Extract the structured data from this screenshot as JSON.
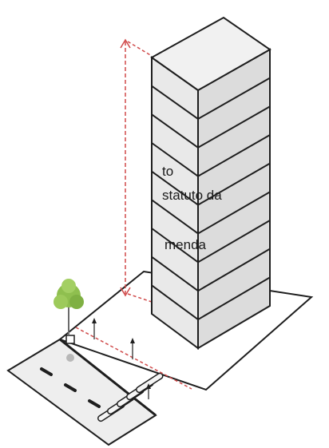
{
  "labels": [
    "to",
    "statuto da",
    "menda"
  ],
  "colors": {
    "line": "#1e1e1e",
    "building_face": "#e9e9e9",
    "building_side": "#dcdcdc",
    "roof": "#f1f1f1",
    "road": "#eeeeee",
    "dimension": "#d04a4a",
    "tree": "#8fbf4f"
  },
  "building": {
    "floors": 9
  },
  "crosswalk": {
    "stripes": 5
  }
}
